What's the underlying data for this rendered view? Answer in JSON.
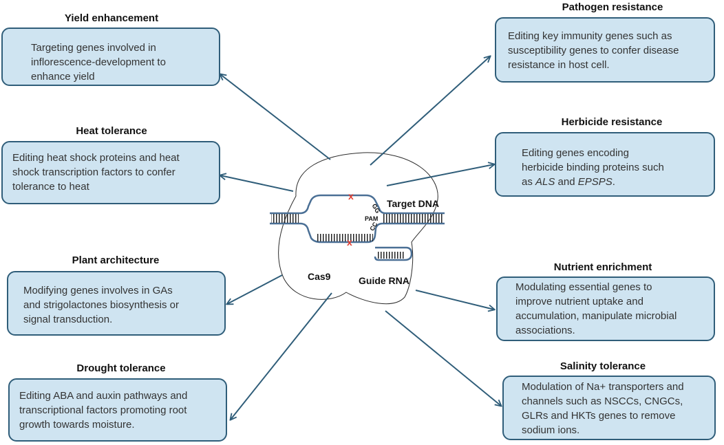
{
  "center": {
    "target_dna_label": "Target DNA",
    "pam_label": "PAM",
    "pam_bases_top": "GG",
    "pam_bases_bottom": "CC",
    "cas9_label": "Cas9",
    "guide_rna_label": "Guide RNA",
    "cut_mark": "x"
  },
  "cards": [
    {
      "id": "yield",
      "title": "Yield enhancement",
      "lines": [
        "Targeting genes involved in",
        "inflorescence-development to",
        "enhance yield"
      ]
    },
    {
      "id": "heat",
      "title": "Heat tolerance",
      "lines": [
        "Editing heat shock proteins and heat",
        "shock transcription factors to  confer",
        "tolerance to heat"
      ]
    },
    {
      "id": "architecture",
      "title": "Plant architecture",
      "lines": [
        "Modifying genes involves in GAs",
        "and strigolactones biosynthesis or",
        "signal transduction."
      ]
    },
    {
      "id": "drought",
      "title": "Drought tolerance",
      "lines": [
        "Editing ABA and auxin pathways and",
        "transcriptional factors promoting root",
        "growth towards moisture."
      ]
    },
    {
      "id": "pathogen",
      "title": "Pathogen resistance",
      "lines": [
        "Editing key immunity genes such as",
        "susceptibility genes  to confer disease",
        "resistance in host cell."
      ]
    },
    {
      "id": "herbicide",
      "title": "Herbicide resistance",
      "lines": [
        "Editing genes encoding",
        "herbicide binding proteins such"
      ],
      "line3": {
        "pre": "as ",
        "gene1": "ALS",
        "mid": " and ",
        "gene2": "EPSPS",
        "post": "."
      }
    },
    {
      "id": "nutrient",
      "title": "Nutrient enrichment",
      "lines": [
        "Modulating essential genes to",
        "improve nutrient uptake and",
        "accumulation, manipulate microbial",
        "associations."
      ]
    },
    {
      "id": "salinity",
      "title": "Salinity tolerance",
      "lines": [
        "Modulation of Na+ transporters and",
        "channels such as NSCCs, CNGCs,",
        "GLRs and HKTs genes to remove",
        "sodium ions."
      ]
    }
  ],
  "colors": {
    "box_fill": "#cfe4f1",
    "box_border": "#2f5d79",
    "arrow": "#2f5d79",
    "cut": "#e23b2e"
  }
}
